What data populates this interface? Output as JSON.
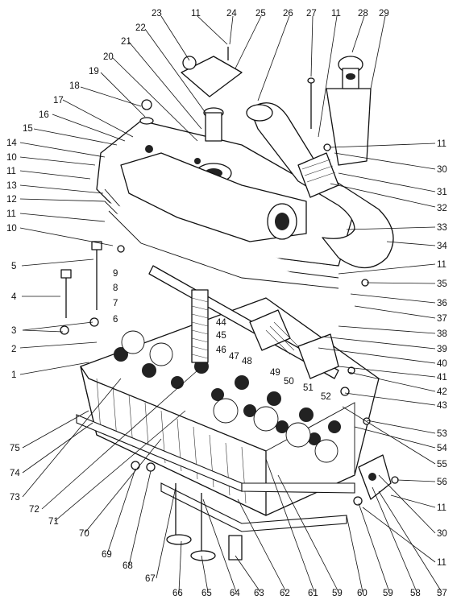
{
  "callouts": {
    "c1": "1",
    "c2": "2",
    "c3": "3",
    "c4": "4",
    "c5": "5",
    "c6": "6",
    "c7": "7",
    "c8": "8",
    "c9": "9",
    "c10a": "10",
    "c10b": "10",
    "c11a": "11",
    "c11b": "11",
    "c11c": "11",
    "c11d": "11",
    "c11e": "11",
    "c11f": "11",
    "c11g": "11",
    "c11h": "11",
    "c12": "12",
    "c13": "13",
    "c14": "14",
    "c15": "15",
    "c16": "16",
    "c17": "17",
    "c18": "18",
    "c19": "19",
    "c20": "20",
    "c21": "21",
    "c22": "22",
    "c23": "23",
    "c24": "24",
    "c25": "25",
    "c26": "26",
    "c27": "27",
    "c28": "28",
    "c29": "29",
    "c30a": "30",
    "c30b": "30",
    "c31": "31",
    "c32": "32",
    "c33": "33",
    "c34": "34",
    "c35": "35",
    "c36": "36",
    "c37": "37",
    "c38": "38",
    "c39": "39",
    "c40": "40",
    "c41": "41",
    "c42": "42",
    "c43": "43",
    "c44": "44",
    "c45": "45",
    "c46": "46",
    "c47": "47",
    "c48": "48",
    "c49": "49",
    "c50": "50",
    "c51": "51",
    "c52": "52",
    "c53": "53",
    "c54": "54",
    "c55": "55",
    "c56": "56",
    "c57": "57",
    "c58": "58",
    "c59a": "59",
    "c59b": "59",
    "c60": "60",
    "c61": "61",
    "c62": "62",
    "c63": "63",
    "c64": "64",
    "c65": "65",
    "c66": "66",
    "c67": "67",
    "c68": "68",
    "c69": "69",
    "c70": "70",
    "c71": "71",
    "c72": "72",
    "c73": "73",
    "c74": "74",
    "c75": "75"
  }
}
